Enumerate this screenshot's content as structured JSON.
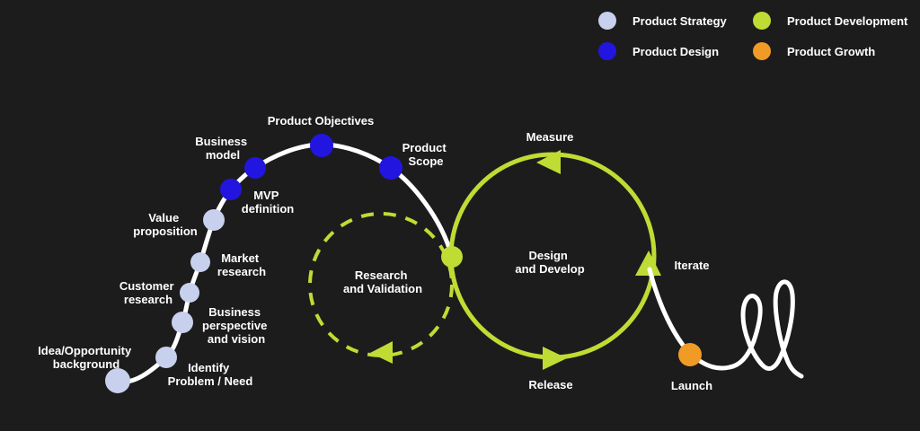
{
  "colors": {
    "background": "#1d1c1c",
    "strategy": "#c7d1ed",
    "design": "#2315e0",
    "development": "#bfdc34",
    "growth": "#f09b26",
    "path": "#ffffff",
    "text": "#ffffff"
  },
  "legend": {
    "items": [
      {
        "id": "product-strategy",
        "label": "Product Strategy",
        "color": "#c7d1ed"
      },
      {
        "id": "product-development",
        "label": "Product Development",
        "color": "#bfdc34"
      },
      {
        "id": "product-design",
        "label": "Product Design",
        "color": "#2315e0"
      },
      {
        "id": "product-growth",
        "label": "Product Growth",
        "color": "#f09b26"
      }
    ]
  },
  "stages": [
    {
      "id": "idea-opportunity-background",
      "phase": "Product Strategy",
      "lines": [
        "Idea/Opportunity",
        "background"
      ]
    },
    {
      "id": "identify-problem-need",
      "phase": "Product Strategy",
      "lines": [
        "Identify",
        "Problem / Need"
      ]
    },
    {
      "id": "business-perspective-vision",
      "phase": "Product Strategy",
      "lines": [
        "Business",
        "perspective",
        "and vision"
      ]
    },
    {
      "id": "customer-research",
      "phase": "Product Strategy",
      "lines": [
        "Customer",
        "research"
      ]
    },
    {
      "id": "market-research",
      "phase": "Product Strategy",
      "lines": [
        "Market",
        "research"
      ]
    },
    {
      "id": "value-proposition",
      "phase": "Product Strategy",
      "lines": [
        "Value",
        "proposition"
      ]
    },
    {
      "id": "mvp-definition",
      "phase": "Product Design",
      "lines": [
        "MVP",
        "definition"
      ]
    },
    {
      "id": "business-model",
      "phase": "Product Design",
      "lines": [
        "Business",
        "model"
      ]
    },
    {
      "id": "product-objectives",
      "phase": "Product Design",
      "lines": [
        "Product Objectives"
      ]
    },
    {
      "id": "product-scope",
      "phase": "Product Design",
      "lines": [
        "Product",
        "Scope"
      ]
    }
  ],
  "cycles": {
    "research_validation": {
      "phase": "Product Development",
      "lines": [
        "Research",
        "and Validation"
      ]
    },
    "design_develop": {
      "phase": "Product Development",
      "lines": [
        "Design",
        "and Develop"
      ],
      "measure": "Measure",
      "release": "Release",
      "iterate": "Iterate"
    }
  },
  "launch": {
    "label": "Launch",
    "phase": "Product Growth"
  }
}
